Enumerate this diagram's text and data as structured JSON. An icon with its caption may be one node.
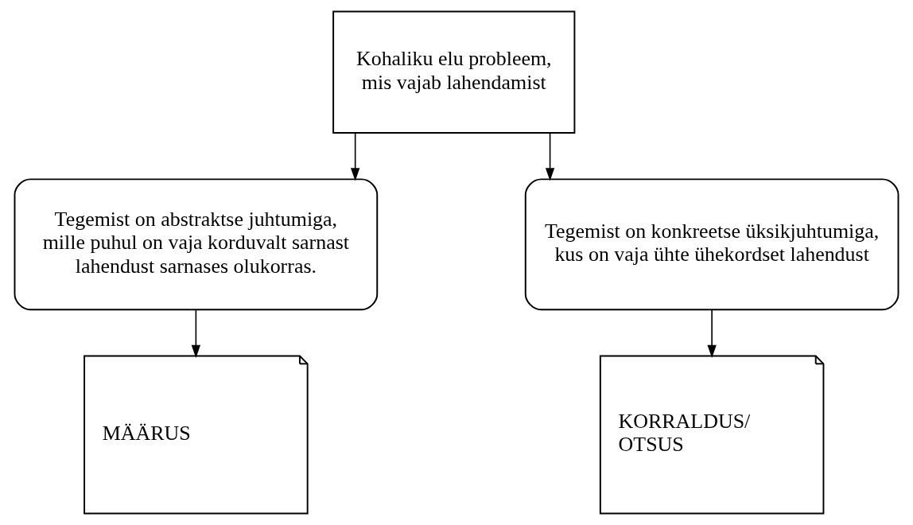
{
  "diagram": {
    "nodes": [
      {
        "text": [
          "Kohaliku elu probleem, mis vajab lahendamist"
        ]
      },
      {
        "text": [
          "Tegemist on abstraktse juhtumiga, mille puhul on vaja korduvalt sarnast lahendust sarnases olukorras."
        ]
      },
      {
        "text": [
          "Tegemist on konkreetse üksikjuhtumiga, kus on vaja ühte ühekordset lahendust"
        ]
      },
      {
        "text": [
          "MÄÄRUS"
        ]
      },
      {
        "text": [
          "KORRALDUS/ OTSUS"
        ]
      }
    ],
    "edges": [
      {
        "from": 0,
        "to": 1,
        "arrow": "to"
      },
      {
        "from": 0,
        "to": 2,
        "arrow": "to"
      },
      {
        "from": 1,
        "to": 3,
        "arrow": "to"
      },
      {
        "from": 2,
        "to": 4,
        "arrow": "to"
      }
    ]
  }
}
